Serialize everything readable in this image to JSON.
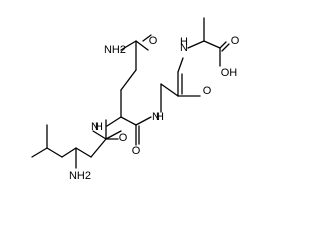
{
  "molecule": {
    "labels": {
      "amide_nh2": "NH2",
      "glu_side_o": "O",
      "nh_glu_gly": "N",
      "nh_gly_ala": "N",
      "o_gly": "O",
      "o_acid": "O",
      "oh_acid": "OH",
      "nh_leu_glu": "N",
      "o_glu": "O",
      "o_leu": "O",
      "amino_nh2": "NH2"
    },
    "hydrogens": {
      "nh_glu_gly": "H",
      "nh_gly_ala": "H",
      "nh_leu_glu": "H"
    }
  }
}
